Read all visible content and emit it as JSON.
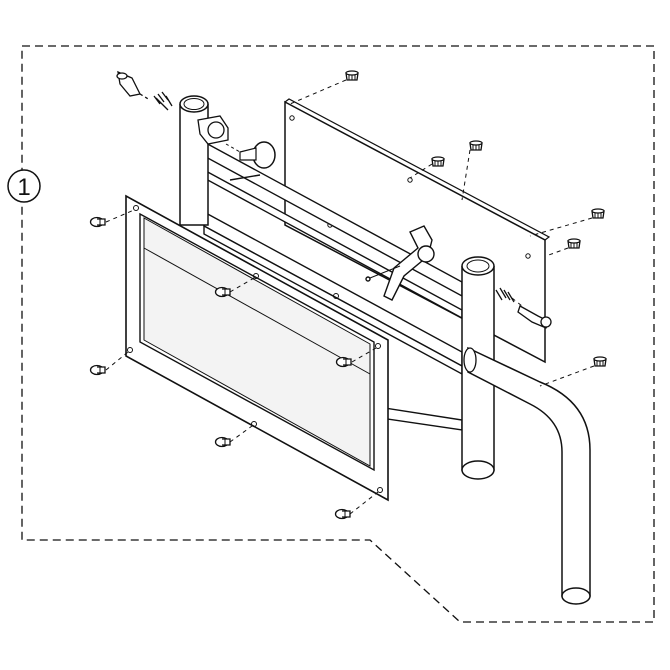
{
  "diagram": {
    "callout": {
      "label": "1"
    },
    "colors": {
      "line": "#111111",
      "fill": "#ffffff",
      "panel": "#f3f3f3"
    },
    "parts": [
      "outline-boundary",
      "callout-circle",
      "back-plate",
      "front-panel-frame",
      "armrest-tube",
      "vertical-post",
      "release-lever",
      "knob",
      "pins",
      "rivets",
      "springs"
    ]
  }
}
